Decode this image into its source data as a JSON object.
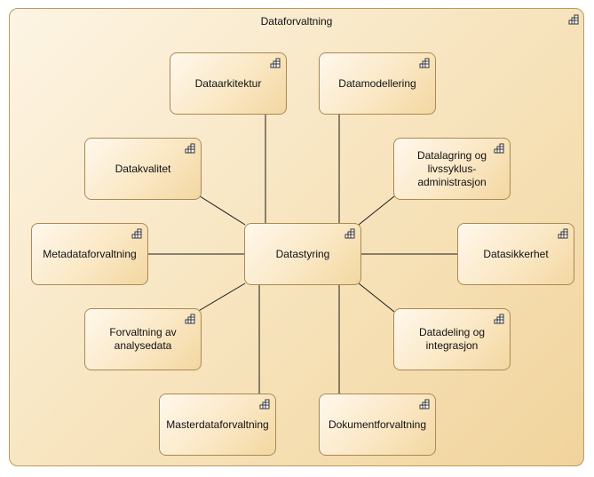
{
  "diagram": {
    "title": "Dataforvaltning",
    "center": {
      "label": "Datastyring"
    },
    "nodes": [
      {
        "label": "Dataarkitektur"
      },
      {
        "label": "Datamodellering"
      },
      {
        "label": "Datakvalitet"
      },
      {
        "label": "Datalagring og livssyklus-administrasjon"
      },
      {
        "label": "Metadataforvaltning"
      },
      {
        "label": "Datasikkerhet"
      },
      {
        "label": "Forvaltning av analysedata"
      },
      {
        "label": "Datadeling og integrasjon"
      },
      {
        "label": "Masterdataforvaltning"
      },
      {
        "label": "Dokumentforvaltning"
      }
    ],
    "icon": "capability-icon",
    "colors": {
      "fill": "#f8e6c2",
      "border": "#a98a52",
      "connector": "#1a1a1a"
    }
  }
}
